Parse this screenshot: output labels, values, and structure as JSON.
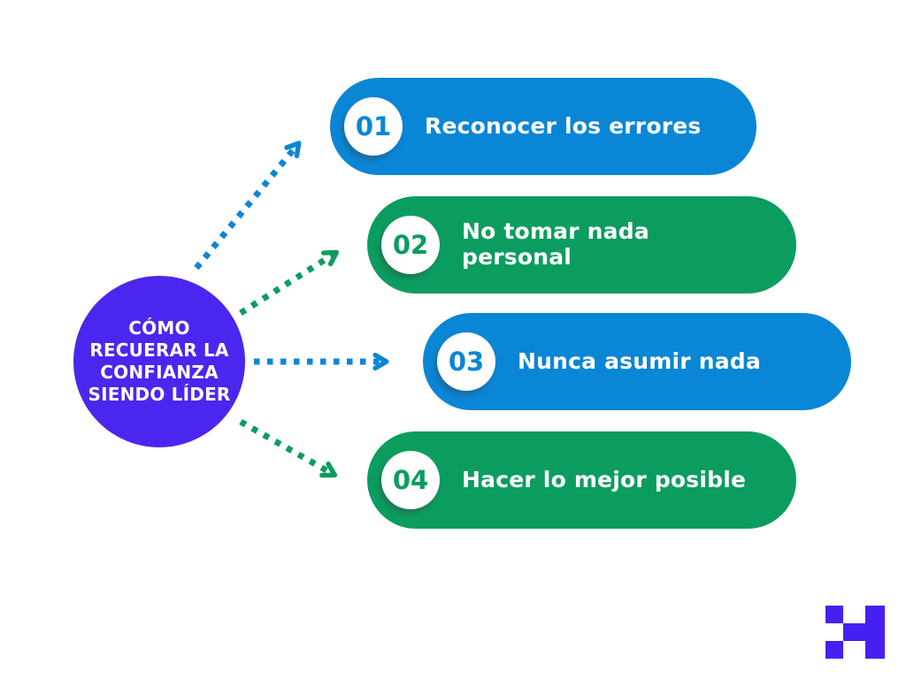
{
  "title_circle": {
    "text": "CÓMO\nRECUERAR LA\nCONFIANZA\nSIENDO LÍDER"
  },
  "items": [
    {
      "number": "01",
      "label": "Reconocer los errores",
      "color": "blue"
    },
    {
      "number": "02",
      "label": "No tomar nada\npersonal",
      "color": "green"
    },
    {
      "number": "03",
      "label": "Nunca asumir nada",
      "color": "blue"
    },
    {
      "number": "04",
      "label": "Hacer lo mejor posible",
      "color": "green"
    }
  ],
  "colors": {
    "blue": "#0a86d6",
    "green": "#0b9d5f",
    "circle_purple": "#4c26ee",
    "logo_purple": "#4620f2",
    "text_on_fill": "#ffffff"
  },
  "logo": {
    "name": "pixel-h-logo"
  }
}
